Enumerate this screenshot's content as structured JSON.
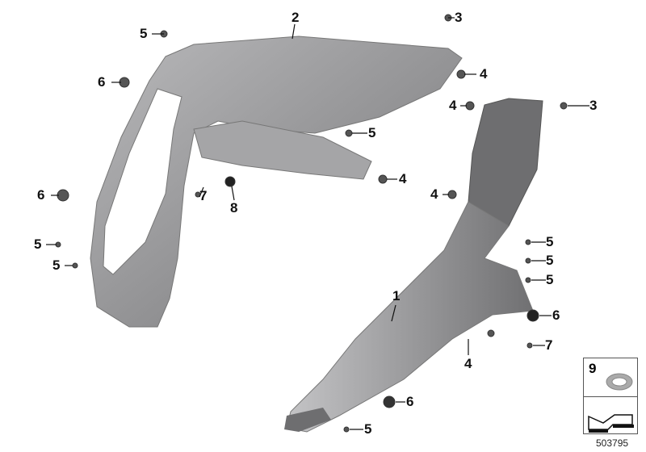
{
  "diagram": {
    "labels": {
      "part1": "1",
      "part2": "2",
      "part3": "3",
      "part4": "4",
      "part5": "5",
      "part6": "6",
      "part7": "7",
      "part8": "8"
    },
    "legend_box": {
      "part9": "9"
    },
    "document_number": "503795",
    "colors": {
      "part_fill": "#9a9a9c",
      "part_dark": "#6e6e70",
      "line": "#111111"
    }
  }
}
